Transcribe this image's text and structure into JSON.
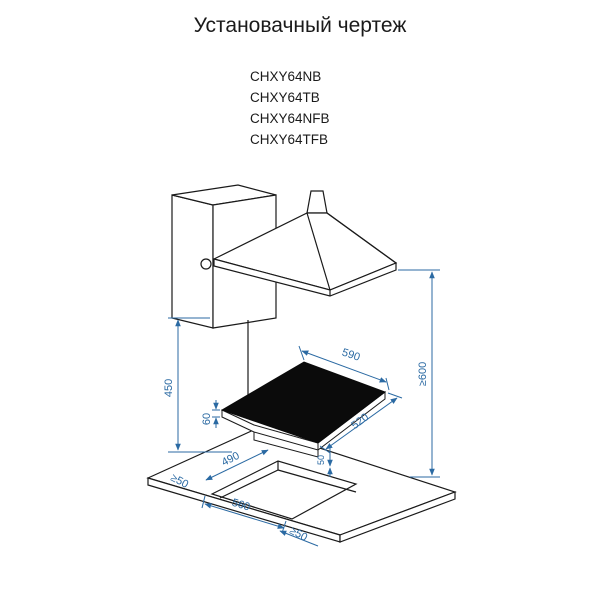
{
  "title": "Установачный чертеж",
  "models": [
    "CHXY64NB",
    "CHXY64TB",
    "CHXY64NFB",
    "CHXY64TFB"
  ],
  "dimensions": {
    "hob_width": "590",
    "hob_depth": "520",
    "hob_height": "60",
    "cutout_depth": "490",
    "cutout_width": "560",
    "hob_to_hood": "450",
    "hood_clearance": "≥600",
    "side_margin_left": "≥50",
    "front_margin": "≥50",
    "rear_margin": "50"
  },
  "colors": {
    "line": "#1a1a1a",
    "dimension": "#2b6aa3",
    "hob_glass": "#0b0b0b"
  }
}
